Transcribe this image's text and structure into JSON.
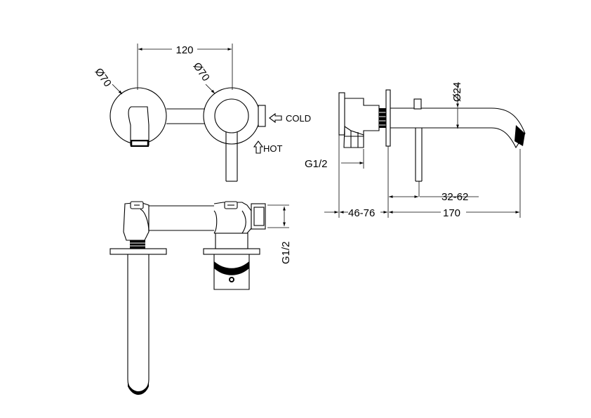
{
  "dimensions": {
    "width_120": "120",
    "dia_70_left": "Ø70",
    "dia_70_right": "Ø70",
    "dia_24": "Ø24",
    "g12_side": "G1/2",
    "g12_bottom": "G1/2",
    "range_32_62": "32-62",
    "range_46_76": "46-76",
    "len_170": "170"
  },
  "labels": {
    "cold": "COLD",
    "hot": "HOT"
  },
  "colors": {
    "line": "#000000",
    "background": "#ffffff"
  }
}
